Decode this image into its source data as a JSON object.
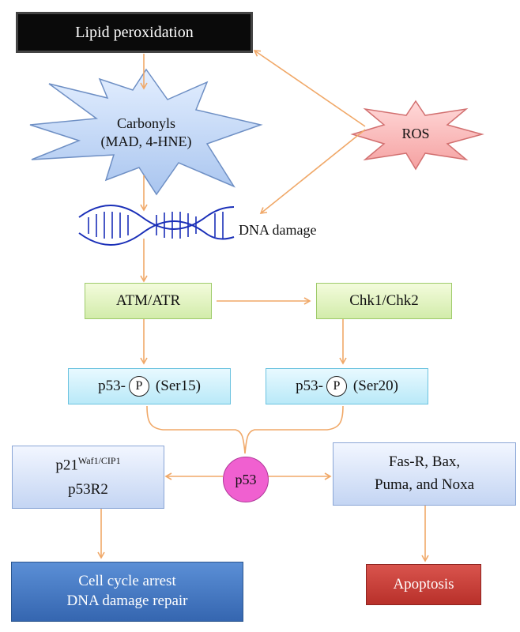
{
  "nodes": {
    "lipid_peroxidation": "Lipid peroxidation",
    "carbonyls_line1": "Carbonyls",
    "carbonyls_line2": "(MAD, 4-HNE)",
    "ros": "ROS",
    "dna_damage": "DNA damage",
    "atm_atr": "ATM/ATR",
    "chk": "Chk1/Chk2",
    "p53_prefix": "p53-",
    "p_symbol": "P",
    "ser15": "(Ser15)",
    "ser20": "(Ser20)",
    "p53": "p53",
    "p21_base": "p21",
    "p21_sup": "Waf1/CIP1",
    "p53r2": "p53R2",
    "fas_line1": "Fas-R, Bax,",
    "fas_line2": "Puma, and Noxa",
    "arrest_line1": "Cell cycle arrest",
    "arrest_line2": "DNA damage repair",
    "apoptosis": "Apoptosis"
  },
  "colors": {
    "arrow": "#f0a868",
    "dna_helix": "#1a2fb8",
    "lipid_box": "#0a0a0a",
    "carbonyl_burst": "#b9d2f4",
    "ros_burst": "#f7b0b0",
    "p53_node": "#f060d0",
    "arrest_box": "#3f74c0",
    "apoptosis_box": "#c23a33"
  }
}
